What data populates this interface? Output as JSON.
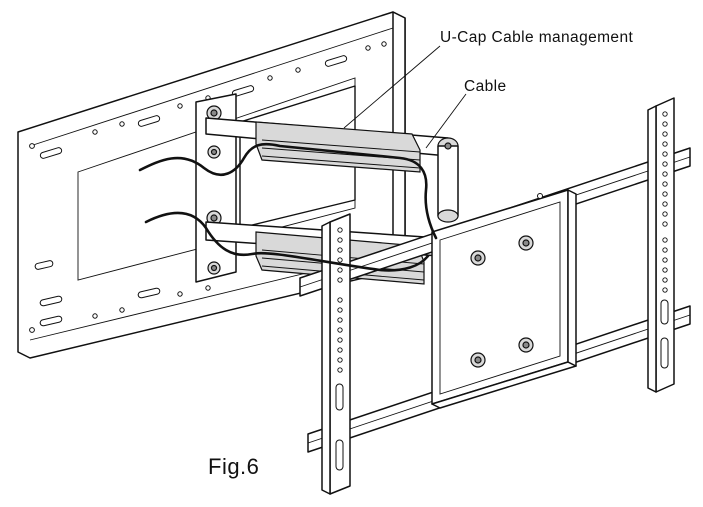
{
  "figure": {
    "callouts": {
      "ucap": "U-Cap Cable management",
      "cable": "Cable"
    },
    "caption": "Fig.6"
  }
}
